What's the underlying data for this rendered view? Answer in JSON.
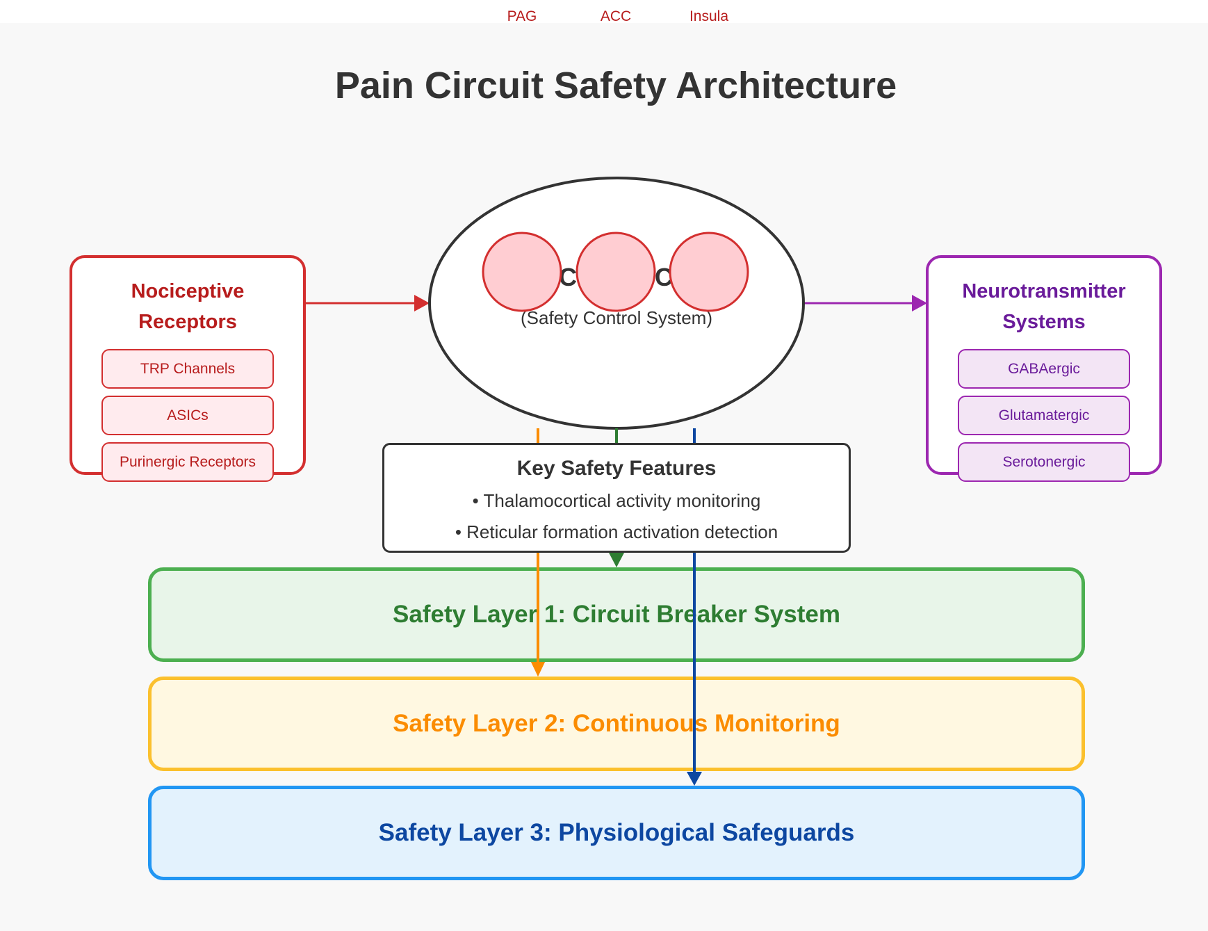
{
  "header_labels": [
    "PAG",
    "ACC",
    "Insula"
  ],
  "title": "Pain Circuit Safety Architecture",
  "center": {
    "title": "Pain Control Center",
    "subtitle": "(Safety Control System)"
  },
  "left_panel": {
    "title_line1": "Nociceptive",
    "title_line2": "Receptors",
    "items": [
      "TRP Channels",
      "ASICs",
      "Purinergic Receptors"
    ]
  },
  "right_panel": {
    "title_line1": "Neurotransmitter",
    "title_line2": "Systems",
    "items": [
      "GABAergic",
      "Glutamatergic",
      "Serotonergic"
    ]
  },
  "features": {
    "title": "Key Safety Features",
    "items": [
      "• Thalamocortical activity monitoring",
      "• Reticular formation activation detection"
    ]
  },
  "layers": [
    "Safety Layer 1: Circuit Breaker System",
    "Safety Layer 2: Continuous Monitoring",
    "Safety Layer 3: Physiological Safeguards"
  ],
  "colors": {
    "red": "#d32f2f",
    "purple": "#9c27b0",
    "green": "#4caf50",
    "orange": "#fb8c00",
    "yellow": "#fbc02d",
    "blue": "#2196f3"
  }
}
